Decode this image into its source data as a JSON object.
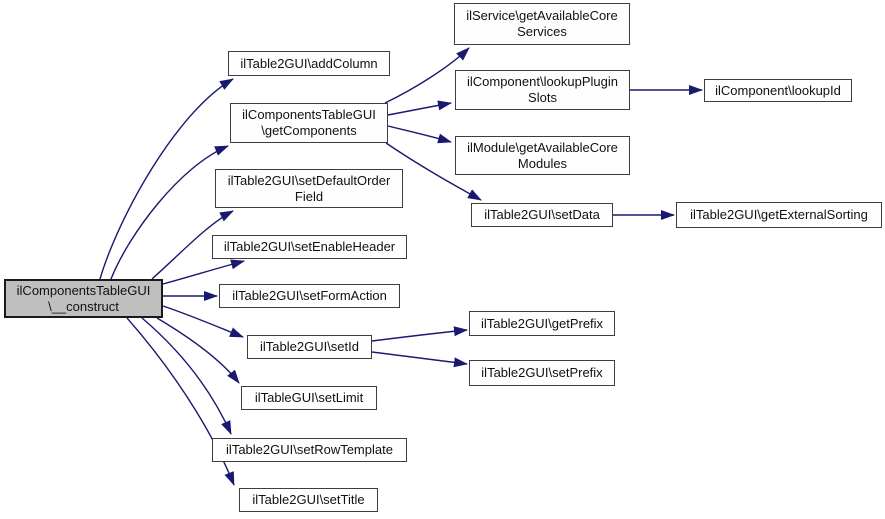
{
  "diagram": {
    "type": "call-graph",
    "colors": {
      "edge": "#191970",
      "node_border": "#3d3d3d",
      "node_fill": "#fefefe",
      "highlight_fill": "#bfbfbf",
      "text": "#111111",
      "background": "#ffffff"
    },
    "nodes": {
      "construct": {
        "lines": [
          "ilComponentsTableGUI",
          "\\__construct"
        ],
        "highlighted": true
      },
      "addColumn": {
        "lines": [
          "ilTable2GUI\\addColumn"
        ]
      },
      "getComponents": {
        "lines": [
          "ilComponentsTableGUI",
          "\\getComponents"
        ]
      },
      "setDefaultOrderField": {
        "lines": [
          "ilTable2GUI\\setDefaultOrder",
          "Field"
        ]
      },
      "setEnableHeader": {
        "lines": [
          "ilTable2GUI\\setEnableHeader"
        ]
      },
      "setFormAction": {
        "lines": [
          "ilTable2GUI\\setFormAction"
        ]
      },
      "setId": {
        "lines": [
          "ilTable2GUI\\setId"
        ]
      },
      "setLimit": {
        "lines": [
          "ilTableGUI\\setLimit"
        ]
      },
      "setRowTemplate": {
        "lines": [
          "ilTable2GUI\\setRowTemplate"
        ]
      },
      "setTitle": {
        "lines": [
          "ilTable2GUI\\setTitle"
        ]
      },
      "getAvailableCoreServices": {
        "lines": [
          "ilService\\getAvailableCore",
          "Services"
        ]
      },
      "lookupPluginSlots": {
        "lines": [
          "ilComponent\\lookupPlugin",
          "Slots"
        ]
      },
      "lookupId": {
        "lines": [
          "ilComponent\\lookupId"
        ]
      },
      "getAvailableCoreModules": {
        "lines": [
          "ilModule\\getAvailableCore",
          "Modules"
        ]
      },
      "setData": {
        "lines": [
          "ilTable2GUI\\setData"
        ]
      },
      "getExternalSorting": {
        "lines": [
          "ilTable2GUI\\getExternalSorting"
        ]
      },
      "getPrefix": {
        "lines": [
          "ilTable2GUI\\getPrefix"
        ]
      },
      "setPrefix": {
        "lines": [
          "ilTable2GUI\\setPrefix"
        ]
      }
    },
    "edges": [
      {
        "from": "construct",
        "to": "addColumn"
      },
      {
        "from": "construct",
        "to": "getComponents"
      },
      {
        "from": "construct",
        "to": "setDefaultOrderField"
      },
      {
        "from": "construct",
        "to": "setEnableHeader"
      },
      {
        "from": "construct",
        "to": "setFormAction"
      },
      {
        "from": "construct",
        "to": "setId"
      },
      {
        "from": "construct",
        "to": "setLimit"
      },
      {
        "from": "construct",
        "to": "setRowTemplate"
      },
      {
        "from": "construct",
        "to": "setTitle"
      },
      {
        "from": "getComponents",
        "to": "getAvailableCoreServices"
      },
      {
        "from": "getComponents",
        "to": "lookupPluginSlots"
      },
      {
        "from": "getComponents",
        "to": "getAvailableCoreModules"
      },
      {
        "from": "getComponents",
        "to": "setData"
      },
      {
        "from": "lookupPluginSlots",
        "to": "lookupId"
      },
      {
        "from": "setData",
        "to": "getExternalSorting"
      },
      {
        "from": "setId",
        "to": "getPrefix"
      },
      {
        "from": "setId",
        "to": "setPrefix"
      }
    ]
  }
}
